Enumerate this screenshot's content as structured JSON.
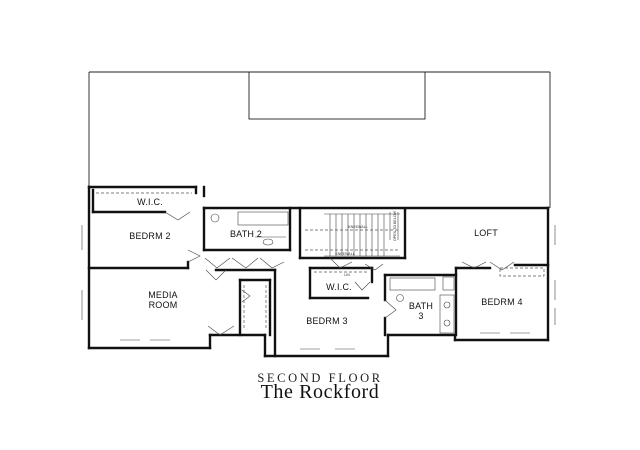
{
  "caption": "SECOND FLOOR",
  "title": "The Rockford",
  "rooms": {
    "wic_top": "W.I.C.",
    "bedrm2": "BEDRM 2",
    "bath2": "BATH 2",
    "loft": "LOFT",
    "media_line1": "MEDIA",
    "media_line2": "ROOM",
    "wic_mid": "W.I.C.",
    "bath3_line1": "BATH",
    "bath3_line2": "3",
    "bedrm4": "BEDRM 4",
    "bedrm3": "BEDRM 3"
  },
  "notes": {
    "kneewall_upper": "KNEEWALL",
    "kneewall_lower": "KNEEWALL",
    "linen": "LIN",
    "stair_side": "OPEN TO BELOW"
  }
}
